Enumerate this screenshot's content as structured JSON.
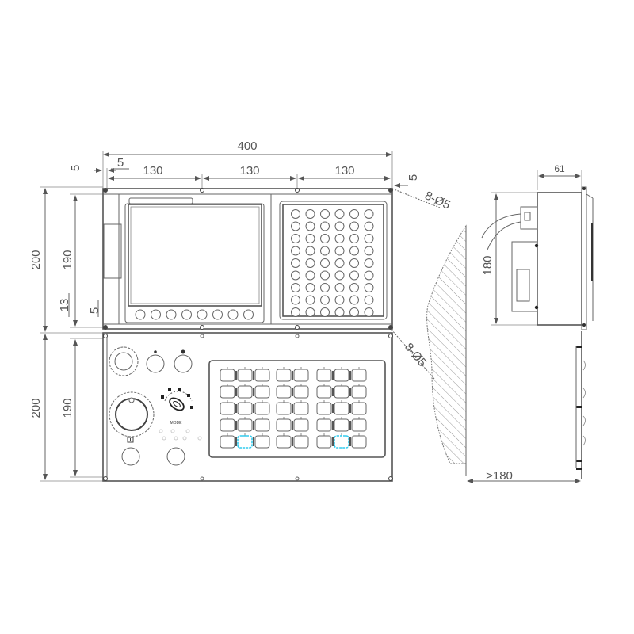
{
  "drawing": {
    "type": "CNC operator panel mounting dimension drawing",
    "units": "mm",
    "accent_color": "#33ccee",
    "line_color": "#666666"
  },
  "front_view": {
    "dimensions": {
      "overall_width": "400",
      "segment_1": "130",
      "segment_2": "130",
      "segment_3": "130",
      "left_offset_horizontal": "5",
      "left_offset_small": "5",
      "right_offset": "5",
      "upper_height_outer": "200",
      "upper_height_inner": "190",
      "gap": "13",
      "gap_small": "5",
      "lower_height_outer": "200",
      "lower_height_inner": "190",
      "hole_callout_top": "8-Ø5",
      "hole_callout_bottom": "8-Ø5"
    },
    "upper_panel": {
      "screen": {
        "soft_keys_count": 8
      },
      "keypad": {
        "columns": 6,
        "rows": 9
      }
    },
    "lower_panel": {
      "left_controls": {
        "emergency_stop": "large-round-button",
        "top_buttons_count": 2,
        "handwheel": "feed-override-knob",
        "selector_label": "MODE",
        "bottom_buttons_count": 2,
        "indicator_label": "[0]"
      },
      "key_groups": [
        {
          "columns": 3,
          "rows": 5,
          "highlighted": [
            [
              4,
              1
            ]
          ]
        },
        {
          "columns": 2,
          "rows": 5,
          "highlighted": []
        },
        {
          "columns": 3,
          "rows": 5,
          "highlighted": [
            [
              4,
              1
            ]
          ]
        }
      ]
    }
  },
  "side_view": {
    "dimensions": {
      "depth": "61",
      "height": "180",
      "clearance": ">180"
    }
  }
}
